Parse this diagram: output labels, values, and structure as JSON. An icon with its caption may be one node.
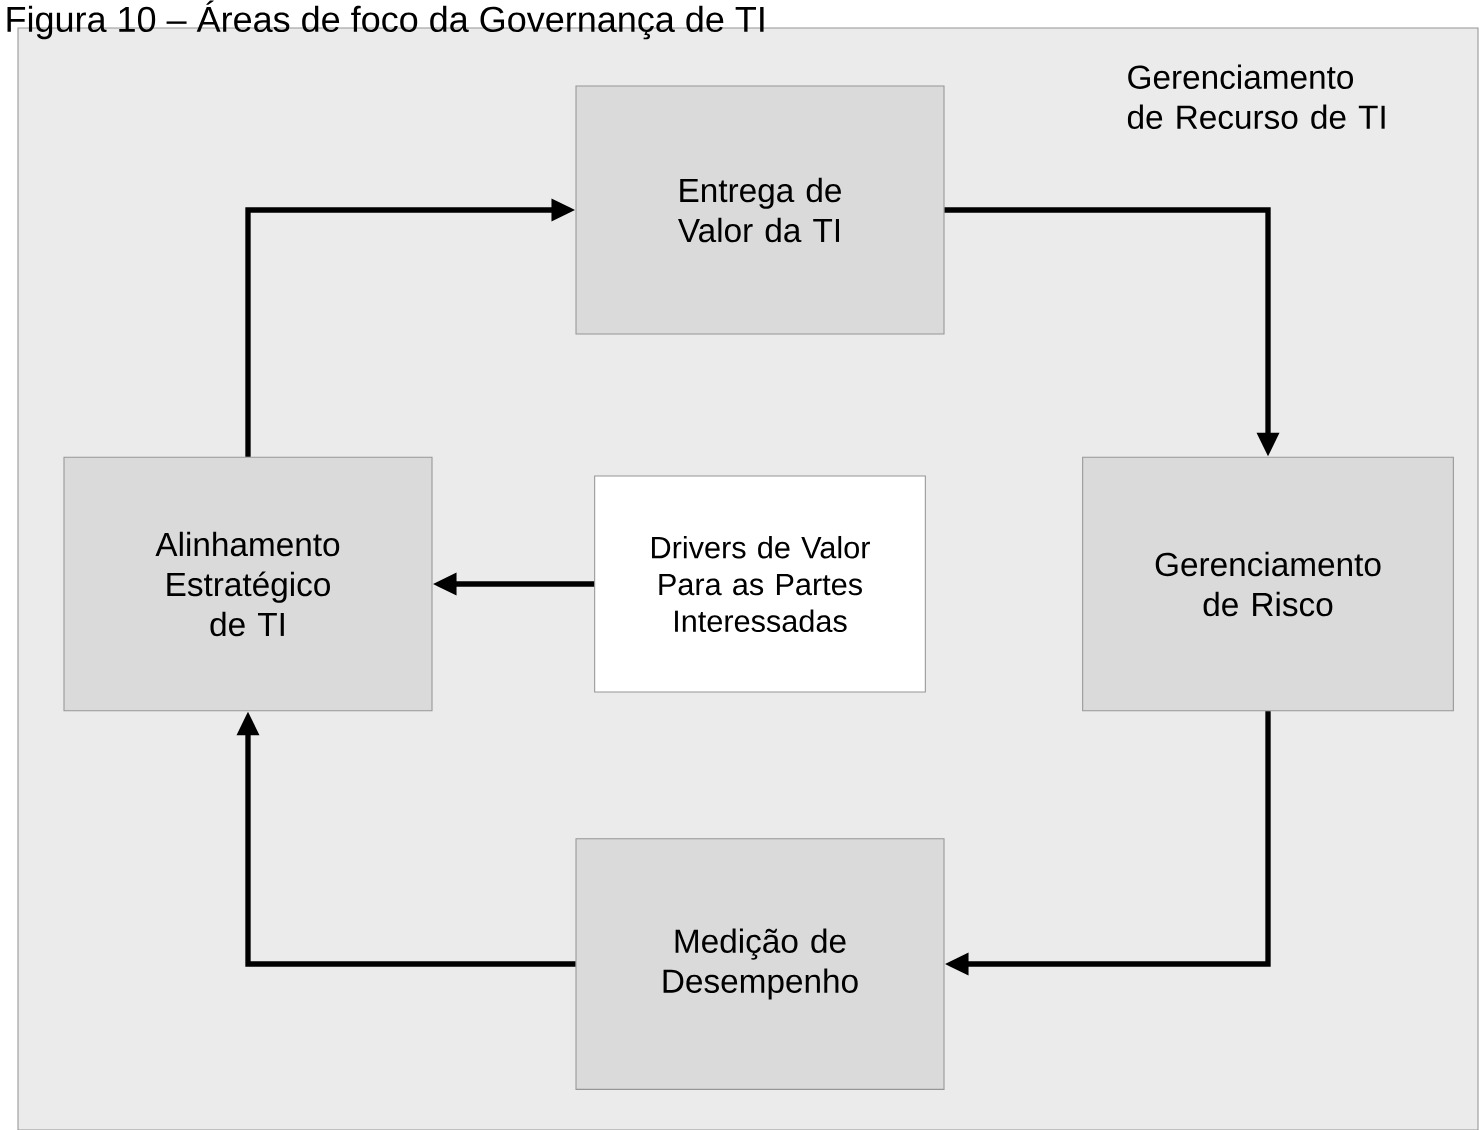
{
  "diagram": {
    "title": "Figura 10 – Áreas de foco da Governança de TI",
    "nodes": [
      {
        "text": [
          "Entrega de Valor da TI"
        ]
      },
      {
        "text": [
          "Alinhamento Estratégico de TI"
        ]
      },
      {
        "text": [
          "Drivers de Valor Para as Partes Interessadas"
        ]
      },
      {
        "text": [
          "Gerenciamento de Risco"
        ]
      },
      {
        "text": [
          "Medição de Desempenho"
        ]
      }
    ],
    "edges": [
      {
        "from": 1,
        "to": 0,
        "arrow": "to"
      },
      {
        "from": 0,
        "to": 3,
        "arrow": "to"
      },
      {
        "from": 3,
        "to": 4,
        "arrow": "to"
      },
      {
        "from": 4,
        "to": 1,
        "arrow": "to"
      },
      {
        "from": 2,
        "to": 1,
        "arrow": "to"
      }
    ],
    "labels": [
      "Gerenciamento de Recurso de TI"
    ]
  }
}
